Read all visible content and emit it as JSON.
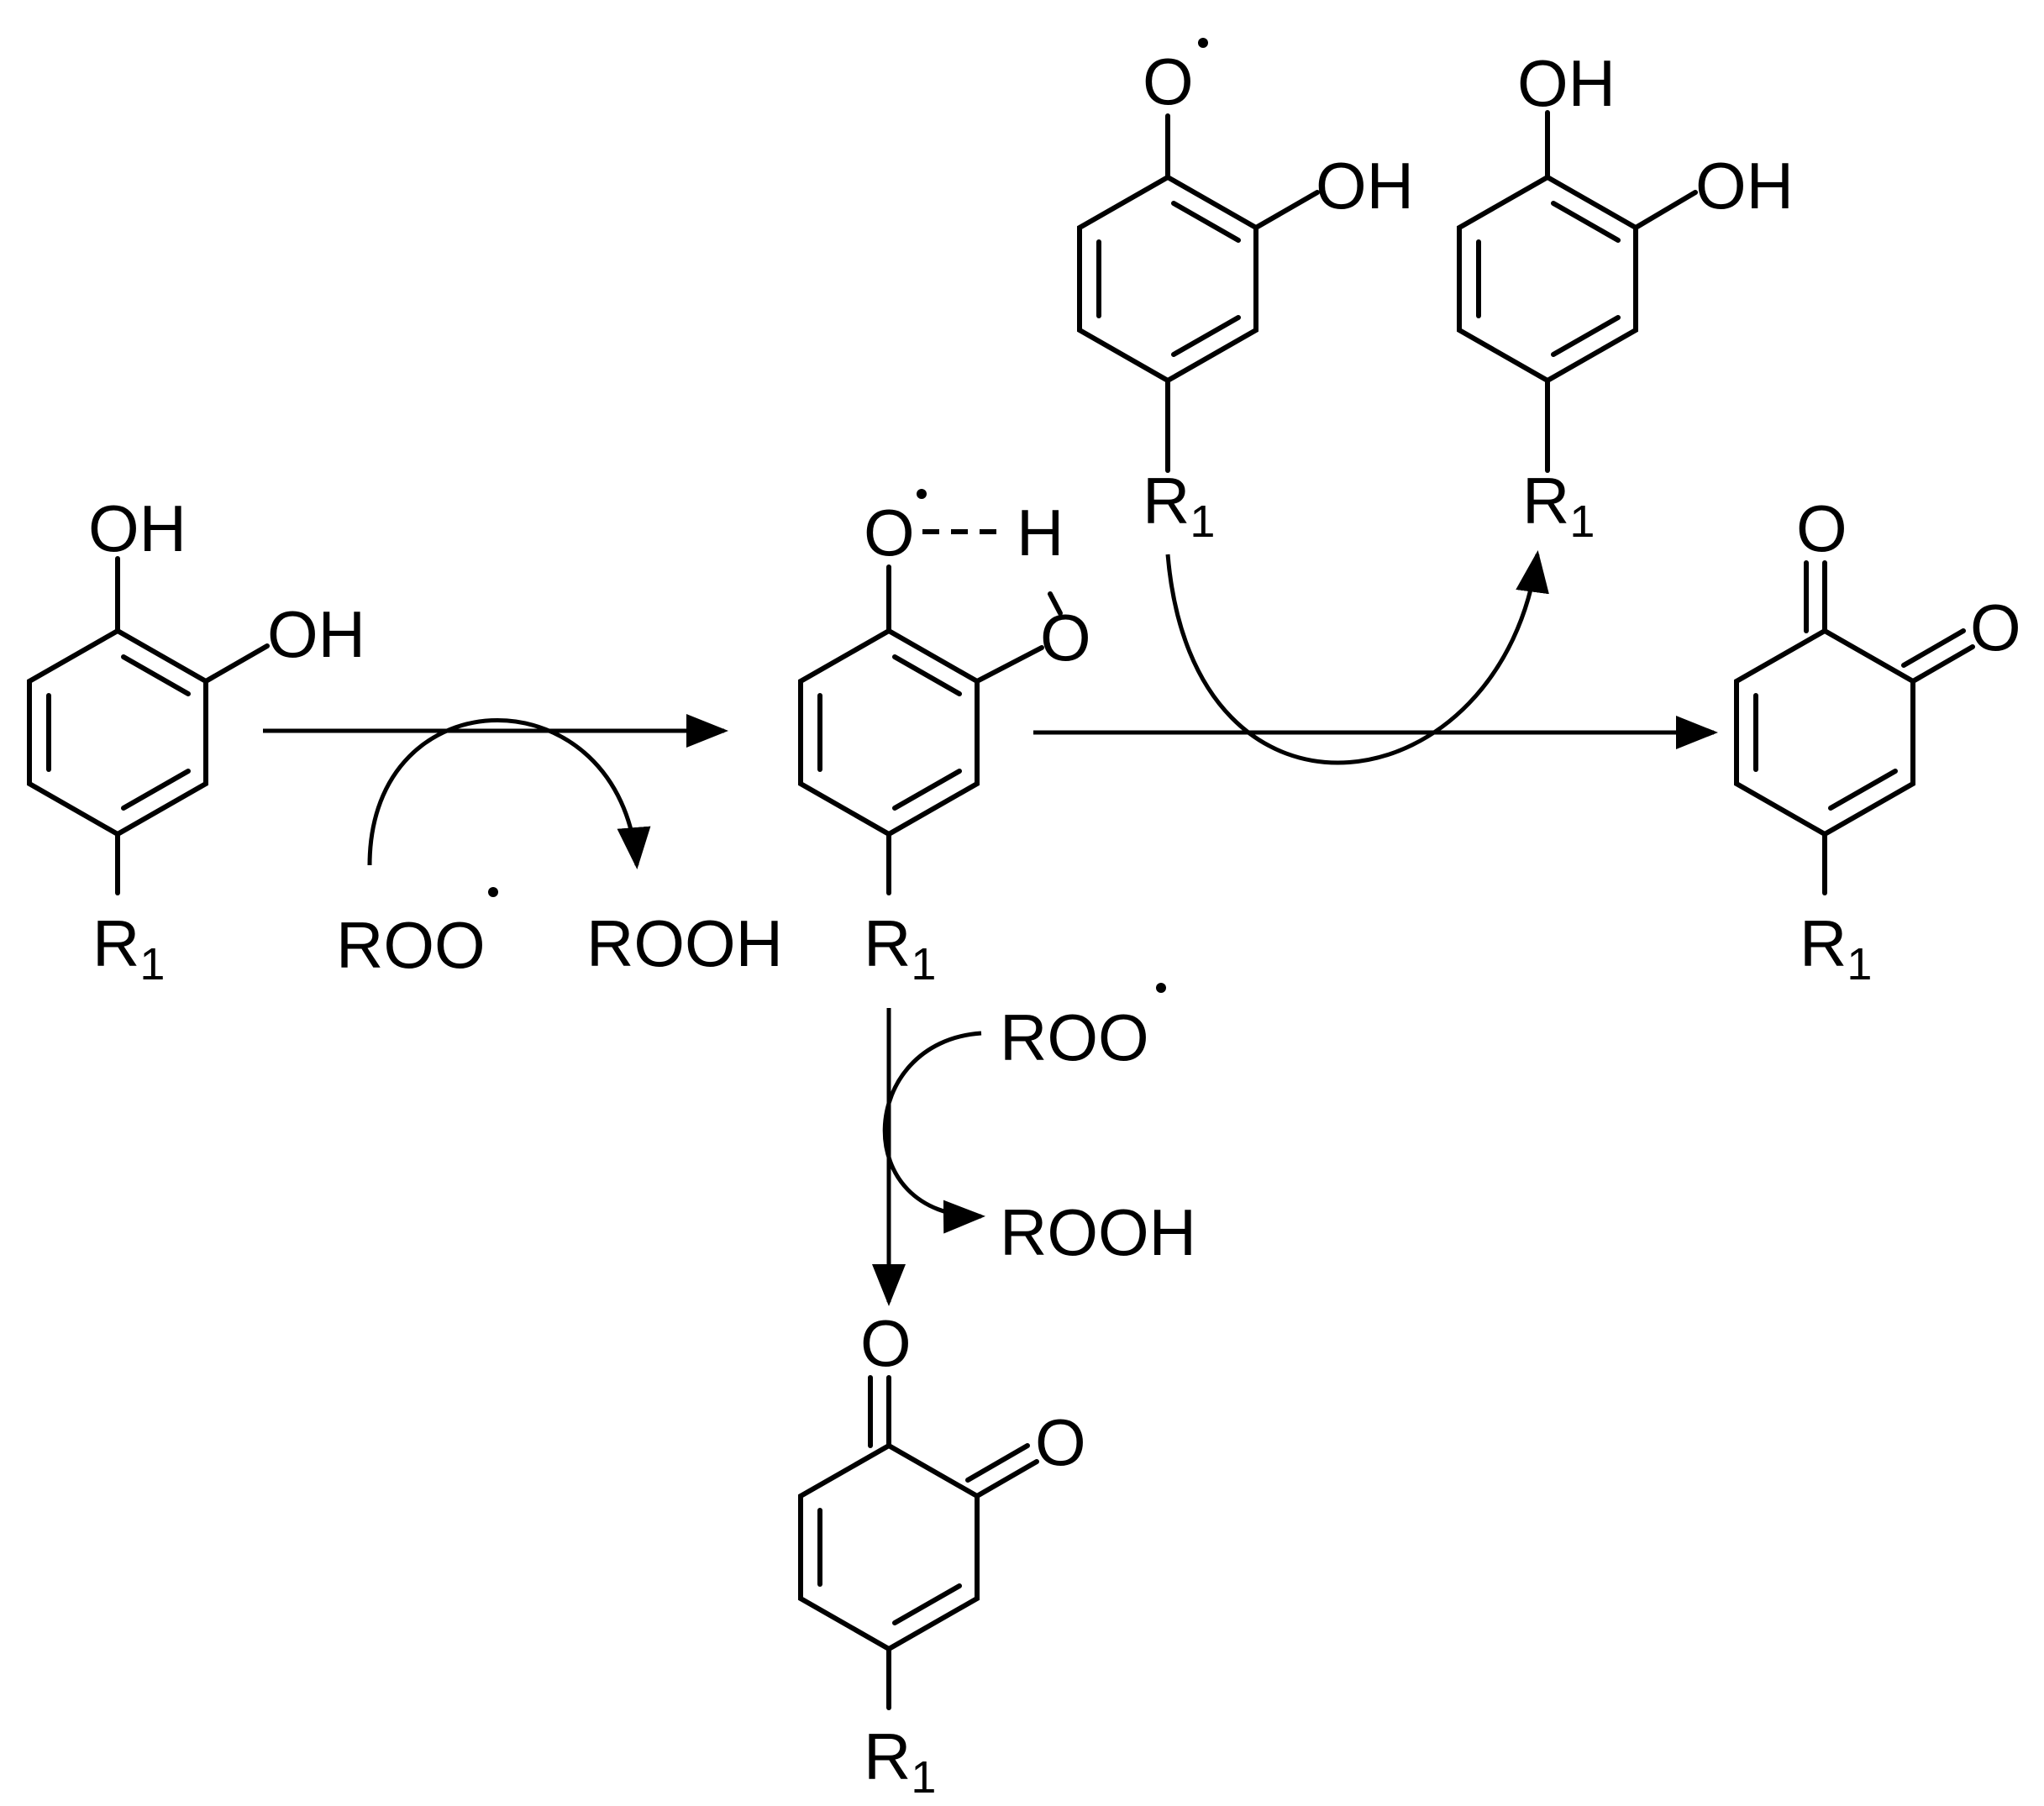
{
  "labels": {
    "oh": "OH",
    "o": "O",
    "h": "H",
    "r": "R",
    "r_sub": "1",
    "roo": "ROO",
    "rooh": "ROOH"
  },
  "colors": {
    "ink": "#000000",
    "background": "#ffffff"
  }
}
